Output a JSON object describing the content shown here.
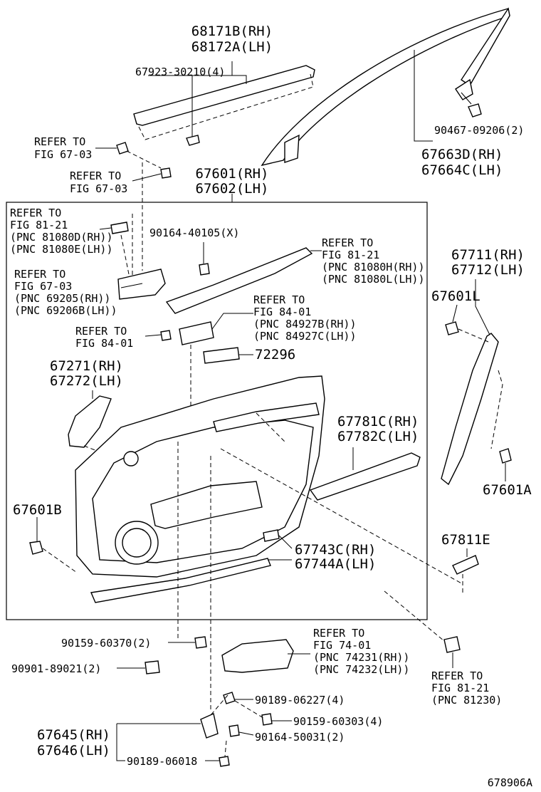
{
  "diagram_id": "678906A",
  "labels": {
    "belt_molding_rh": "68171B(RH)",
    "belt_molding_lh": "68172A(LH)",
    "molding_screw": "67923-30210(4)",
    "refer_6703_a": [
      "REFER TO",
      "FIG 67-03"
    ],
    "refer_6703_b": [
      "REFER TO",
      "FIG 67-03"
    ],
    "trim_board_rh": "67601(RH)",
    "trim_board_lh": "67602(LH)",
    "weatherstrip_clip": "90467-09206(2)",
    "weatherstrip_rh": "67663D(RH)",
    "weatherstrip_lh": "67664C(LH)",
    "refer_8121_a": [
      "REFER TO",
      "FIG 81-21",
      "(PNC 81080D(RH))",
      "(PNC 81080E(LH))"
    ],
    "clip_x": "90164-40105(X)",
    "refer_8121_b": [
      "REFER TO",
      "FIG 81-21",
      "(PNC 81080H(RH))",
      "(PNC 81080L(LH))"
    ],
    "refer_6703_c": [
      "REFER TO",
      "FIG 67-03",
      "(PNC 69205(RH))",
      "(PNC 69206B(LH))"
    ],
    "refer_8401_a": [
      "REFER TO",
      "FIG 84-01",
      "(PNC 84927B(RH))",
      "(PNC 84927C(LH))"
    ],
    "refer_8401_b": [
      "REFER TO",
      "FIG 84-01"
    ],
    "switch_bezel": "72296",
    "speaker_box_rh": "67271(RH)",
    "speaker_box_lh": "67272(LH)",
    "lining_rh": "67711(RH)",
    "lining_lh": "67712(LH)",
    "lining_clip_l": "67601L",
    "lining_clip_a": "67601A",
    "armrest_ornament_rh": "67781C(RH)",
    "armrest_ornament_lh": "67782C(LH)",
    "board_clip_b": "67601B",
    "cover_e": "67811E",
    "lower_trim_rh": "67743C(RH)",
    "lower_trim_lh": "67744A(LH)",
    "screw_60370": "90159-60370(2)",
    "cap_89021": "90901-89021(2)",
    "refer_7401": [
      "REFER TO",
      "FIG 74-01",
      "(PNC 74231(RH))",
      "(PNC 74232(LH))"
    ],
    "refer_8121_c": [
      "REFER TO",
      "FIG 81-21",
      "(PNC 81230)"
    ],
    "nut_06227": "90189-06227(4)",
    "screw_60303": "90159-60303(4)",
    "bracket_rh": "67645(RH)",
    "bracket_lh": "67646(LH)",
    "clip_50031": "90164-50031(2)",
    "nut_06018": "90189-06018"
  }
}
